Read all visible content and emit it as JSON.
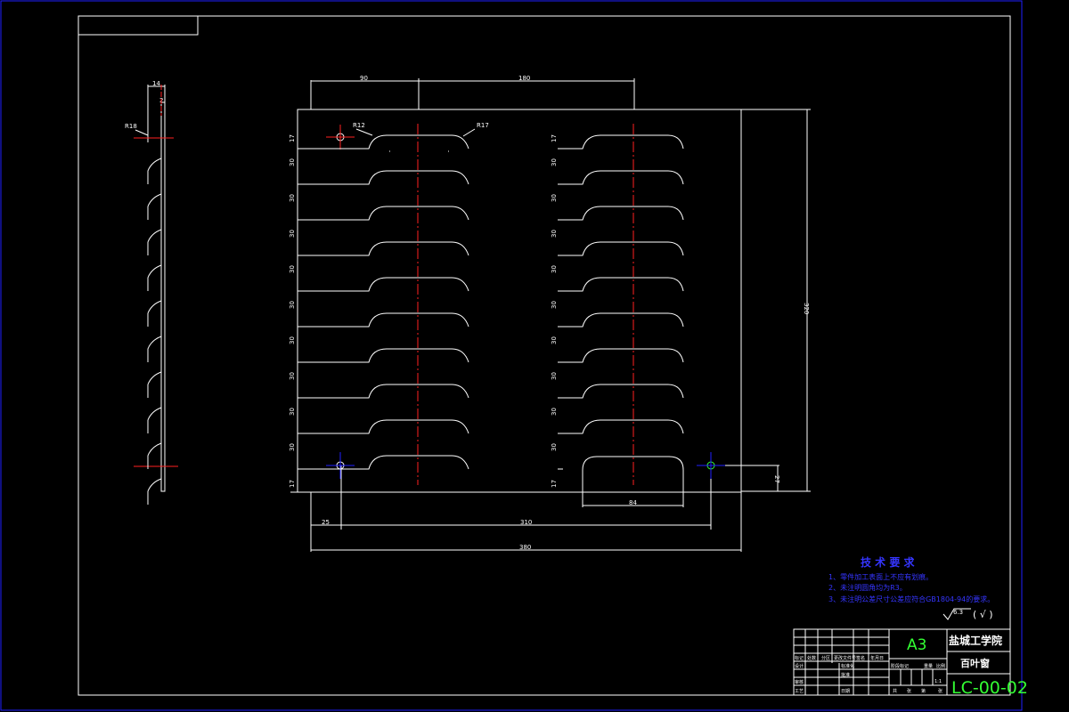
{
  "dimensions": {
    "d14": "14",
    "d2": "2",
    "r18": "R18",
    "r12": "R12",
    "r17": "R17",
    "d90": "90",
    "d180": "180",
    "d320": "320",
    "d17": "17",
    "d30": "30",
    "d27": "27",
    "d84": "84",
    "d25": "25",
    "d310": "310",
    "d380": "380"
  },
  "tech_req": {
    "title": "技 术 要 求",
    "items": [
      "1、零件加工表面上不应有划痕。",
      "2、未注明圆角均为R3。",
      "3、未注明公差尺寸公差应符合GB1804-94的要求。"
    ],
    "roughness": "6.3",
    "roughness_suffix": "( √ )"
  },
  "title_block": {
    "paper_size": "A3",
    "school": "盐城工学院",
    "part_name": "百叶窗",
    "drawing_no": "LC-00-02",
    "scale": "1:1",
    "row_labels": [
      "标记",
      "设计",
      "审核",
      "工艺"
    ],
    "header_labels": [
      "处数",
      "分区",
      "更改文件号",
      "签名",
      "年月日"
    ],
    "mid_labels": [
      "标准化",
      "批准",
      "日期"
    ],
    "stage_labels": [
      "阶段标记",
      "重量",
      "比例"
    ],
    "sheet_labels": [
      "共",
      "张",
      "第",
      "张"
    ]
  }
}
